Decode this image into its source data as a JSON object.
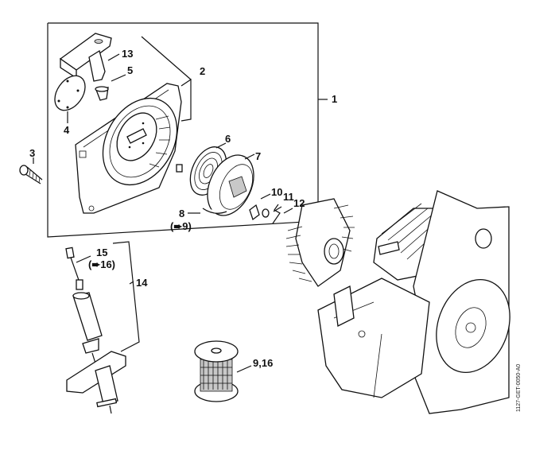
{
  "diagram": {
    "title": "Rewind starter exploded parts view",
    "drawing_code": "1127-GET-0050-A0",
    "labels": {
      "l1": "1",
      "l2": "2",
      "l3": "3",
      "l4": "4",
      "l5": "5",
      "l6": "6",
      "l7": "7",
      "l8": "8",
      "l8ref": "(➨9)",
      "l10": "10",
      "l11": "11",
      "l12": "12",
      "l13": "13",
      "l14": "14",
      "l15": "15",
      "l15ref": "(➨16)",
      "l916": "9,16"
    },
    "parts": [
      {
        "id": "fan-housing",
        "label": "2"
      },
      {
        "id": "screw",
        "label": "3"
      },
      {
        "id": "cover-plate",
        "label": "4"
      },
      {
        "id": "grommet",
        "label": "5"
      },
      {
        "id": "rewind-spring",
        "label": "6"
      },
      {
        "id": "rope-rotor",
        "label": "7"
      },
      {
        "id": "starter-rope",
        "label": "8"
      },
      {
        "id": "pawl",
        "label": "10"
      },
      {
        "id": "washer",
        "label": "11"
      },
      {
        "id": "spring-clip",
        "label": "12"
      },
      {
        "id": "starter-grip",
        "label": "13"
      },
      {
        "id": "assembly-tool",
        "label": "14"
      },
      {
        "id": "tool-insert",
        "label": "15"
      },
      {
        "id": "rope-spool",
        "label": "9,16"
      }
    ]
  }
}
